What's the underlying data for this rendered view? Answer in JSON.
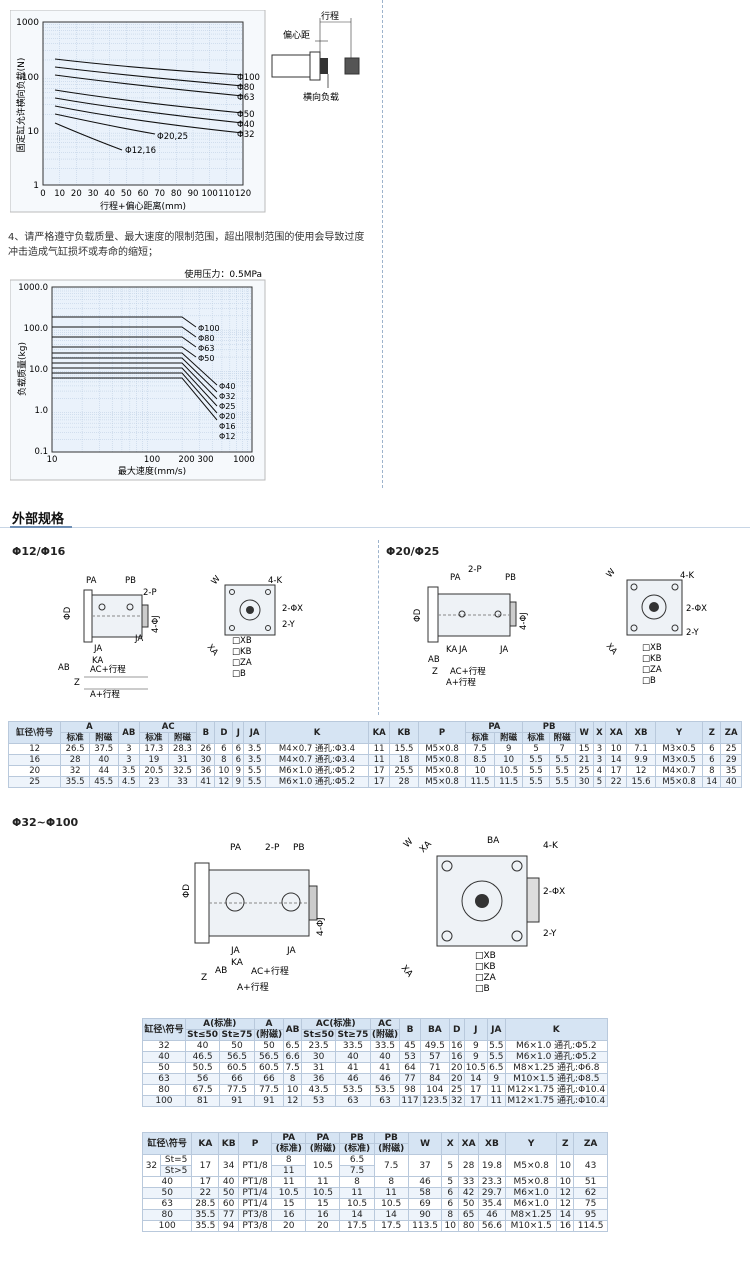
{
  "chart1": {
    "ylabel": "固定缸允许横向负载(N)",
    "xlabel": "行程+偏心距离(mm)",
    "yticks": [
      "1000",
      "100",
      "10",
      "1"
    ],
    "xticks": [
      "0",
      "10",
      "20",
      "30",
      "40",
      "50",
      "60",
      "70",
      "80",
      "90",
      "100",
      "110",
      "120"
    ],
    "series_labels": [
      "Φ100",
      "Φ80",
      "Φ63",
      "Φ50",
      "Φ40",
      "Φ32",
      "Φ20,25",
      "Φ12,16"
    ]
  },
  "diagram_load": {
    "offset": "偏心距",
    "stroke": "行程",
    "lateral": "横向负载"
  },
  "note4": {
    "line1": "4、请严格遵守负载质量、最大速度的限制范围，超出限制范围的使用会导致过度",
    "line2": "冲击造成气缸损坏或寿命的缩短；"
  },
  "chart2": {
    "pressure": "使用压力：0.5MPa",
    "ylabel": "负载质量(kg)",
    "xlabel": "最大速度(mm/s)",
    "yticks": [
      "1000.0",
      "100.0",
      "10.0",
      "1.0",
      "0.1"
    ],
    "xticks": [
      "10",
      "100",
      "200 300",
      "1000"
    ],
    "series_labels": [
      "Φ100",
      "Φ80",
      "Φ63",
      "Φ50",
      "Φ40",
      "Φ32",
      "Φ25",
      "Φ20",
      "Φ16",
      "Φ12"
    ]
  },
  "section_title": "外部规格",
  "sub1": "Φ12/Φ16",
  "sub2": "Φ20/Φ25",
  "sub3": "Φ32~Φ100",
  "drawing_labels": {
    "PA": "PA",
    "PB": "PB",
    "twoP": "2-P",
    "D": "ΦD",
    "fourJ": "4-ΦJ",
    "JA": "JA",
    "KA": "KA",
    "AB": "AB",
    "ACstroke": "AC+行程",
    "Astroke": "A+行程",
    "Z": "Z",
    "W": "W",
    "XA": "XA",
    "fourK": "4-K",
    "twoX": "2-ΦX",
    "twoY": "2-Y",
    "XB": "□XB",
    "KB": "□KB",
    "ZA": "□ZA",
    "B": "□B",
    "BA": "BA"
  },
  "table1": {
    "headers_top": [
      "缸径\\符号",
      "A",
      "AB",
      "AC",
      "B",
      "D",
      "J",
      "JA",
      "K",
      "KA",
      "KB",
      "P",
      "PA",
      "PB",
      "W",
      "X",
      "XA",
      "XB",
      "Y",
      "Z",
      "ZA"
    ],
    "headers_sub": [
      "标准",
      "附磁",
      "标准",
      "附磁",
      "标准",
      "附磁",
      "标准",
      "附磁"
    ],
    "rows": [
      [
        "12",
        "26.5",
        "37.5",
        "3",
        "17.3",
        "28.3",
        "26",
        "6",
        "6",
        "3.5",
        "M4×0.7 通孔:Φ3.4",
        "11",
        "15.5",
        "M5×0.8",
        "7.5",
        "9",
        "5",
        "7",
        "15",
        "3",
        "10",
        "7.1",
        "M3×0.5",
        "6",
        "25"
      ],
      [
        "16",
        "28",
        "40",
        "3",
        "19",
        "31",
        "30",
        "8",
        "6",
        "3.5",
        "M4×0.7 通孔:Φ3.4",
        "11",
        "18",
        "M5×0.8",
        "8.5",
        "10",
        "5.5",
        "5.5",
        "21",
        "3",
        "14",
        "9.9",
        "M3×0.5",
        "6",
        "29"
      ],
      [
        "20",
        "32",
        "44",
        "3.5",
        "20.5",
        "32.5",
        "36",
        "10",
        "9",
        "5.5",
        "M6×1.0 通孔:Φ5.2",
        "17",
        "25.5",
        "M5×0.8",
        "10",
        "10.5",
        "5.5",
        "5.5",
        "25",
        "4",
        "17",
        "12",
        "M4×0.7",
        "8",
        "35"
      ],
      [
        "25",
        "35.5",
        "45.5",
        "4.5",
        "23",
        "33",
        "41",
        "12",
        "9",
        "5.5",
        "M6×1.0 通孔:Φ5.2",
        "17",
        "28",
        "M5×0.8",
        "11.5",
        "11.5",
        "5.5",
        "5.5",
        "30",
        "5",
        "22",
        "15.6",
        "M5×0.8",
        "14",
        "40"
      ]
    ]
  },
  "table2": {
    "headers_top": [
      "缸径\\符号",
      "A(标准)",
      "A",
      "AB",
      "AC(标准)",
      "AC",
      "B",
      "BA",
      "D",
      "J",
      "JA",
      "K"
    ],
    "headers_sub": [
      "St≤50",
      "St≥75",
      "(附磁)",
      "St≤50",
      "St≥75",
      "(附磁)"
    ],
    "rows": [
      [
        "32",
        "40",
        "50",
        "50",
        "6.5",
        "23.5",
        "33.5",
        "33.5",
        "45",
        "49.5",
        "16",
        "9",
        "5.5",
        "M6×1.0 通孔:Φ5.2"
      ],
      [
        "40",
        "46.5",
        "56.5",
        "56.5",
        "6.6",
        "30",
        "40",
        "40",
        "53",
        "57",
        "16",
        "9",
        "5.5",
        "M6×1.0 通孔:Φ5.2"
      ],
      [
        "50",
        "50.5",
        "60.5",
        "60.5",
        "7.5",
        "31",
        "41",
        "41",
        "64",
        "71",
        "20",
        "10.5",
        "6.5",
        "M8×1.25 通孔:Φ6.8"
      ],
      [
        "63",
        "56",
        "66",
        "66",
        "8",
        "36",
        "46",
        "46",
        "77",
        "84",
        "20",
        "14",
        "9",
        "M10×1.5 通孔:Φ8.5"
      ],
      [
        "80",
        "67.5",
        "77.5",
        "77.5",
        "10",
        "43.5",
        "53.5",
        "53.5",
        "98",
        "104",
        "25",
        "17",
        "11",
        "M12×1.75 通孔:Φ10.4"
      ],
      [
        "100",
        "81",
        "91",
        "91",
        "12",
        "53",
        "63",
        "63",
        "117",
        "123.5",
        "32",
        "17",
        "11",
        "M12×1.75 通孔:Φ10.4"
      ]
    ]
  },
  "table3": {
    "headers_top": [
      "缸径\\符号",
      "KA",
      "KB",
      "P",
      "PA",
      "PA",
      "PB",
      "PB",
      "W",
      "X",
      "XA",
      "XB",
      "Y",
      "Z",
      "ZA"
    ],
    "headers_sub": [
      "(标准)",
      "(附磁)",
      "(标准)",
      "(附磁)"
    ],
    "row32": {
      "bore": "32",
      "st1": "St=5",
      "st2": "St>5",
      "KA": "17",
      "KB": "34",
      "P": "PT1/8",
      "PA1": "8",
      "PA2": "11",
      "PAm": "10.5",
      "PB1": "6.5",
      "PB2": "7.5",
      "PBm": "7.5",
      "W": "37",
      "X": "5",
      "XA": "28",
      "XB": "19.8",
      "Y": "M5×0.8",
      "Z": "10",
      "ZA": "43"
    },
    "rows": [
      [
        "40",
        "17",
        "40",
        "PT1/8",
        "11",
        "11",
        "8",
        "8",
        "46",
        "5",
        "33",
        "23.3",
        "M5×0.8",
        "10",
        "51"
      ],
      [
        "50",
        "22",
        "50",
        "PT1/4",
        "10.5",
        "10.5",
        "11",
        "11",
        "58",
        "6",
        "42",
        "29.7",
        "M6×1.0",
        "12",
        "62"
      ],
      [
        "63",
        "28.5",
        "60",
        "PT1/4",
        "15",
        "15",
        "10.5",
        "10.5",
        "69",
        "6",
        "50",
        "35.4",
        "M6×1.0",
        "12",
        "75"
      ],
      [
        "80",
        "35.5",
        "77",
        "PT3/8",
        "16",
        "16",
        "14",
        "14",
        "90",
        "8",
        "65",
        "46",
        "M8×1.25",
        "14",
        "95"
      ],
      [
        "100",
        "35.5",
        "94",
        "PT3/8",
        "20",
        "20",
        "17.5",
        "17.5",
        "113.5",
        "10",
        "80",
        "56.6",
        "M10×1.5",
        "16",
        "114.5"
      ]
    ]
  }
}
